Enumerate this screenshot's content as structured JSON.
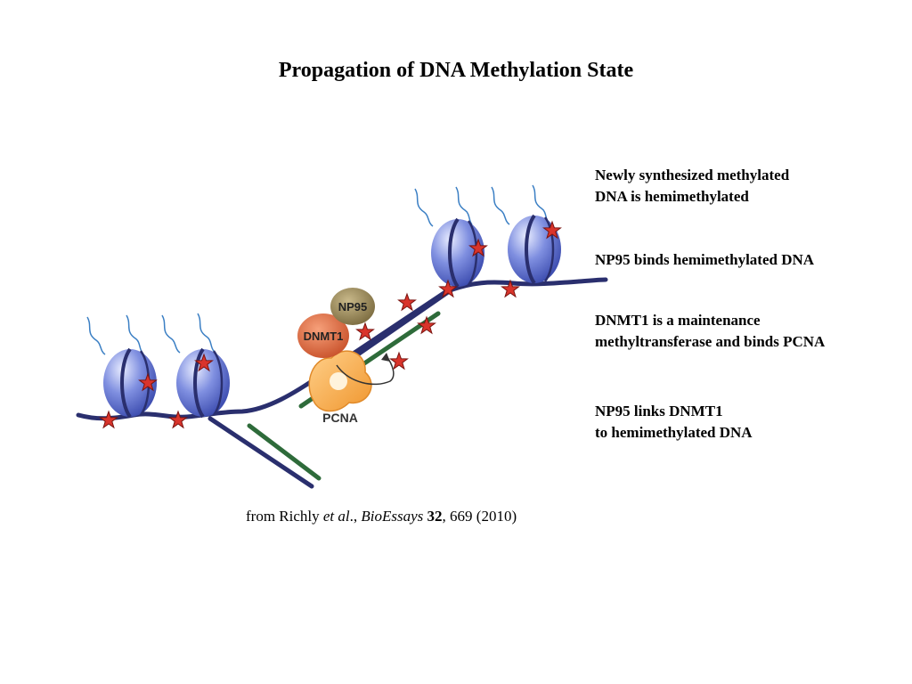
{
  "title": "Propagation of DNA Methylation State",
  "notes": {
    "note1": [
      "Newly synthesized methylated",
      "DNA is hemimethylated"
    ],
    "note2": [
      "NP95 binds hemimethylated DNA"
    ],
    "note3": [
      "DNMT1 is a maintenance",
      "methyltransferase and binds PCNA"
    ],
    "note4": [
      "NP95 links DNMT1",
      "to hemimethylated DNA"
    ]
  },
  "diagram": {
    "labels": {
      "np95": "NP95",
      "dnmt1": "DNMT1",
      "pcna": "PCNA"
    },
    "colors": {
      "dna_strand": "#2a2f6e",
      "new_strand": "#2e6b3a",
      "nucleosome": "#4f63c7",
      "histone_tail": "#3b7fc4",
      "methyl_star": "#d9342b",
      "np95": "#8c7b4a",
      "dnmt1": "#d9603a",
      "pcna": "#f2a447"
    }
  },
  "citation": {
    "prefix": "from Richly ",
    "etal": "et al",
    "sep": "., ",
    "journal": "BioEssays",
    "volume": "32",
    "rest": ", 669 (2010)"
  }
}
